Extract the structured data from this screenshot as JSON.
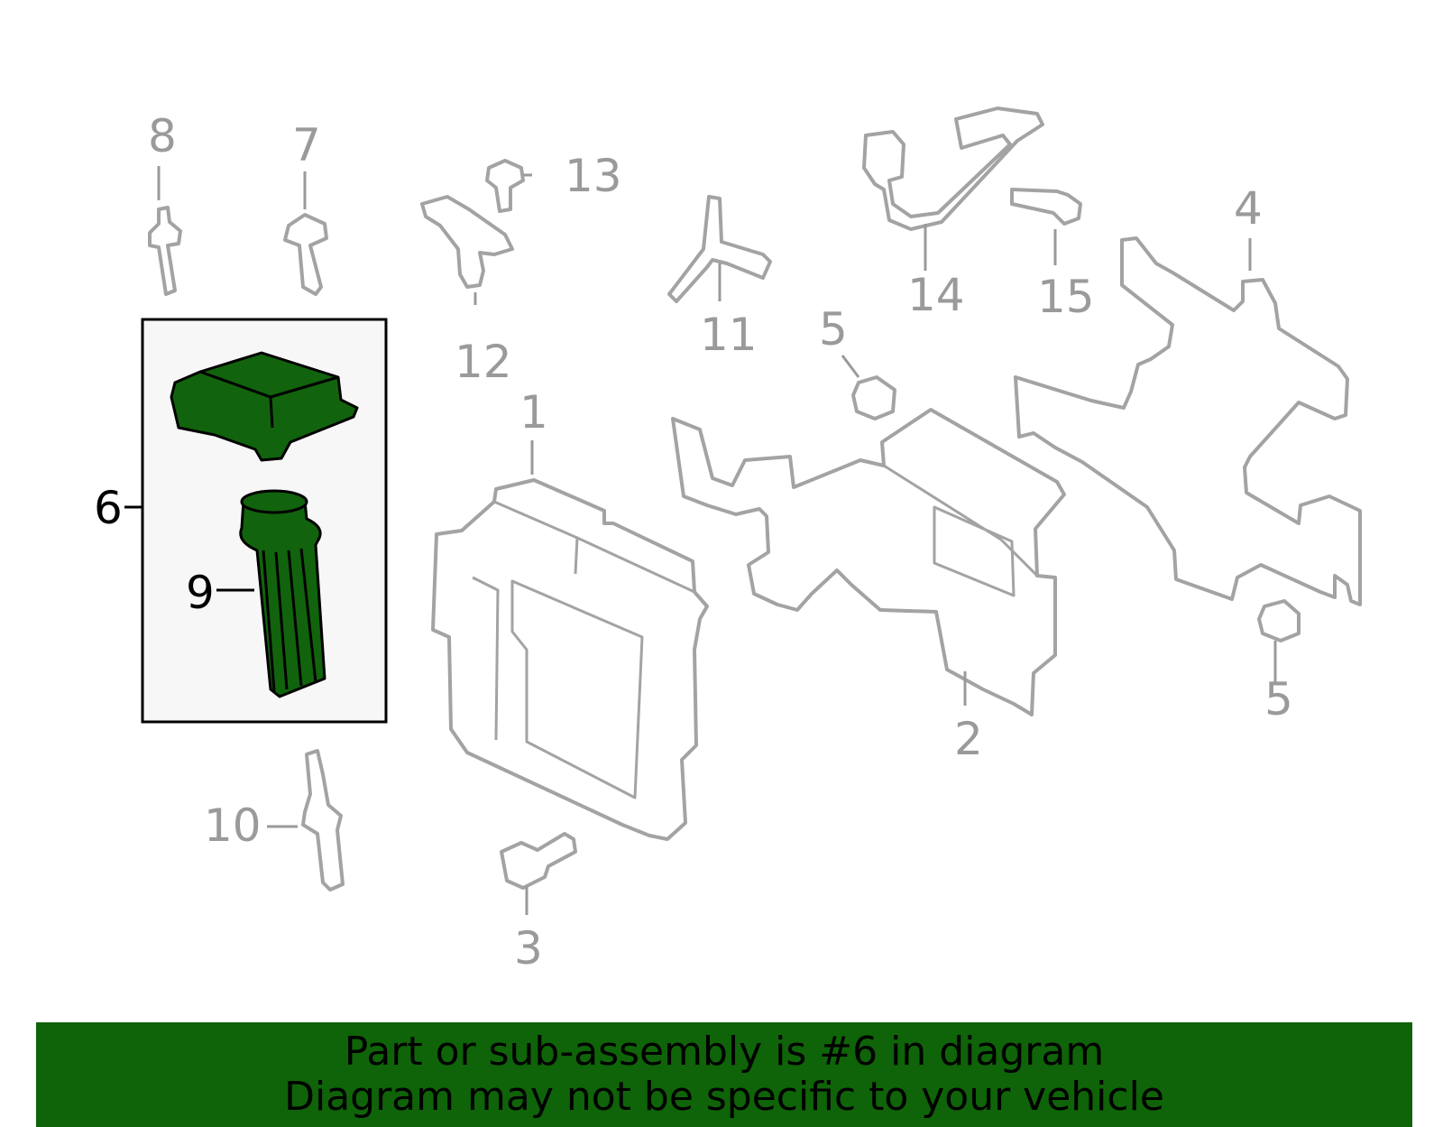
{
  "callouts": {
    "c1": "1",
    "c2": "2",
    "c3": "3",
    "c4": "4",
    "c5a": "5",
    "c5b": "5",
    "c6": "6",
    "c7": "7",
    "c8": "8",
    "c9": "9",
    "c10": "10",
    "c11": "11",
    "c12": "12",
    "c13": "13",
    "c14": "14",
    "c15": "15"
  },
  "highlight_color": "#12630d",
  "banner": {
    "line1": "Part or sub-assembly is #6 in diagram",
    "line2": "Diagram may not be specific to your vehicle",
    "background": "#0f6308"
  }
}
